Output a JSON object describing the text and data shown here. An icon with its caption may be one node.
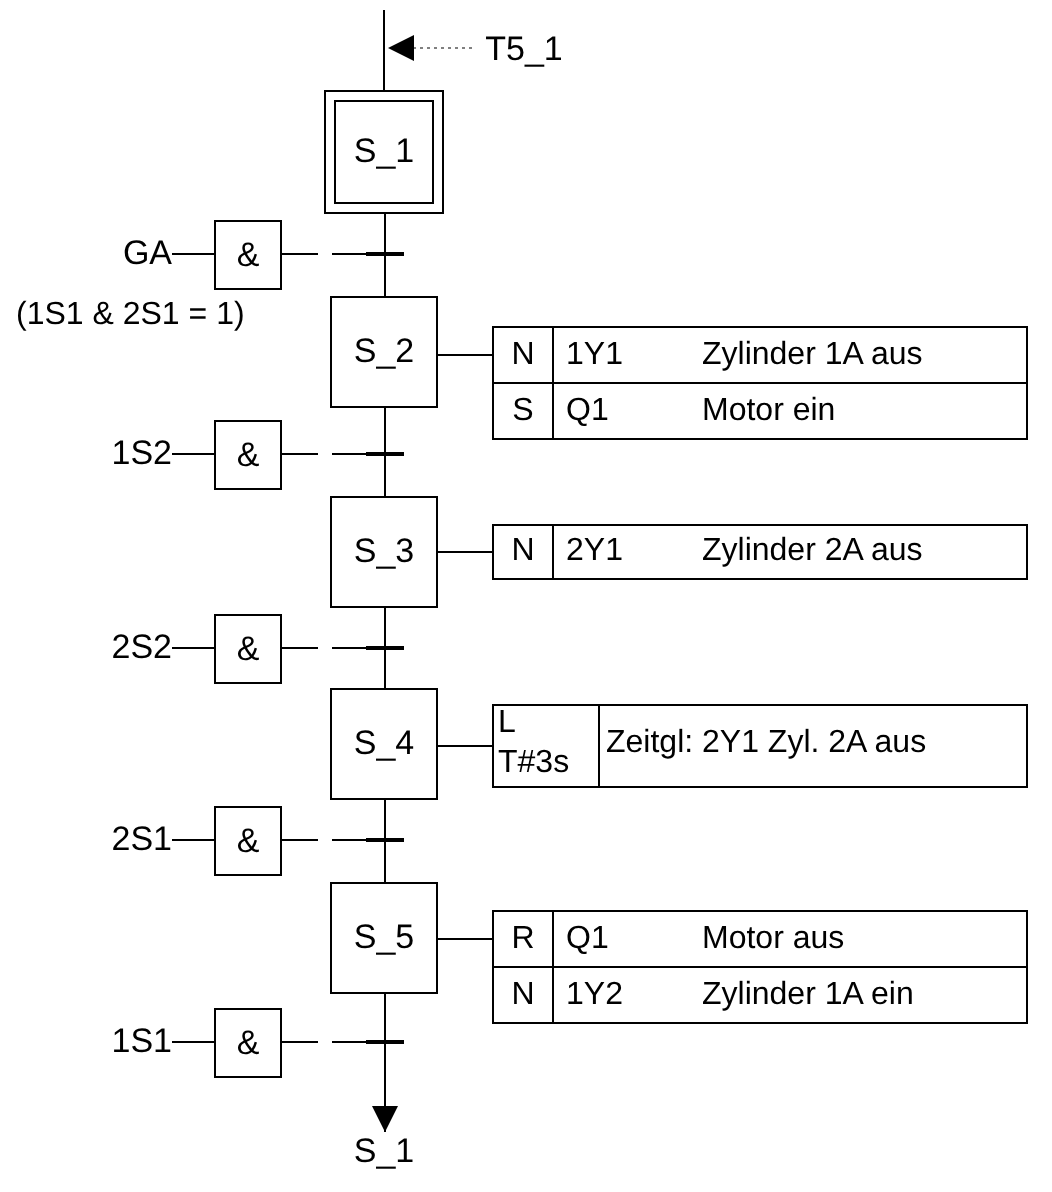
{
  "diagram": {
    "nodes": [
      {
        "text": [
          "T5_1"
        ]
      },
      {
        "text": [
          "S_1"
        ]
      },
      {
        "text": [
          "GA"
        ]
      },
      {
        "text": [
          "&"
        ]
      },
      {
        "text": [],
        "shape": "bar"
      },
      {
        "text": [
          "S_2"
        ]
      },
      {
        "text": [
          "N",
          "1Y1",
          "Zylinder 1A aus"
        ]
      },
      {
        "text": [
          "S",
          "Q1",
          "Motor ein"
        ]
      },
      {
        "text": [
          "1S2"
        ]
      },
      {
        "text": [
          "&"
        ]
      },
      {
        "text": [],
        "shape": "bar"
      },
      {
        "text": [
          "S_3"
        ]
      },
      {
        "text": [
          "N",
          "2Y1",
          "Zylinder 2A aus"
        ]
      },
      {
        "text": [
          "2S2"
        ]
      },
      {
        "text": [
          "&"
        ]
      },
      {
        "text": [],
        "shape": "bar"
      },
      {
        "text": [
          "S_4"
        ]
      },
      {
        "text": [
          "L",
          "T#3s",
          "Zeitgl: 2Y1 Zyl. 2A aus"
        ]
      },
      {
        "text": [
          "2S1"
        ]
      },
      {
        "text": [
          "&"
        ]
      },
      {
        "text": [],
        "shape": "bar"
      },
      {
        "text": [
          "S_5"
        ]
      },
      {
        "text": [
          "R",
          "Q1",
          "Motor aus"
        ]
      },
      {
        "text": [
          "N",
          "1Y2",
          "Zylinder 1A ein"
        ]
      },
      {
        "text": [
          "1S1"
        ]
      },
      {
        "text": [
          "&"
        ]
      },
      {
        "text": [],
        "shape": "bar"
      },
      {
        "text": [
          "S_1"
        ]
      }
    ],
    "edges": [
      {
        "from": null,
        "to": 1,
        "arrow": "none"
      },
      {
        "from": 0,
        "to": 1,
        "arrow": "to",
        "style": "dashed",
        "color": "#808080"
      },
      {
        "from": 1,
        "to": 4,
        "arrow": "none"
      },
      {
        "from": 4,
        "to": 5,
        "arrow": "none"
      },
      {
        "from": 2,
        "to": 3,
        "arrow": "none"
      },
      {
        "from": 3,
        "to": 4,
        "arrow": "none",
        "style": "dashed"
      },
      {
        "from": 5,
        "to": 6,
        "arrow": "none"
      },
      {
        "from": 5,
        "to": 10,
        "arrow": "none"
      },
      {
        "from": 10,
        "to": 11,
        "arrow": "none"
      },
      {
        "from": 8,
        "to": 9,
        "arrow": "none"
      },
      {
        "from": 9,
        "to": 10,
        "arrow": "none",
        "style": "dashed"
      },
      {
        "from": 11,
        "to": 12,
        "arrow": "none"
      },
      {
        "from": 11,
        "to": 15,
        "arrow": "none"
      },
      {
        "from": 15,
        "to": 16,
        "arrow": "none"
      },
      {
        "from": 13,
        "to": 14,
        "arrow": "none"
      },
      {
        "from": 14,
        "to": 15,
        "arrow": "none",
        "style": "dashed"
      },
      {
        "from": 16,
        "to": 17,
        "arrow": "none"
      },
      {
        "from": 16,
        "to": 20,
        "arrow": "none"
      },
      {
        "from": 20,
        "to": 21,
        "arrow": "none"
      },
      {
        "from": 18,
        "to": 19,
        "arrow": "none"
      },
      {
        "from": 19,
        "to": 20,
        "arrow": "none",
        "style": "dashed"
      },
      {
        "from": 21,
        "to": 22,
        "arrow": "none"
      },
      {
        "from": 21,
        "to": 26,
        "arrow": "none"
      },
      {
        "from": 26,
        "to": 27,
        "arrow": "to"
      },
      {
        "from": 24,
        "to": 25,
        "arrow": "none"
      },
      {
        "from": 25,
        "to": 26,
        "arrow": "none",
        "style": "dashed"
      }
    ],
    "labels": [
      "(1S1 & 2S1 = 1)"
    ]
  }
}
